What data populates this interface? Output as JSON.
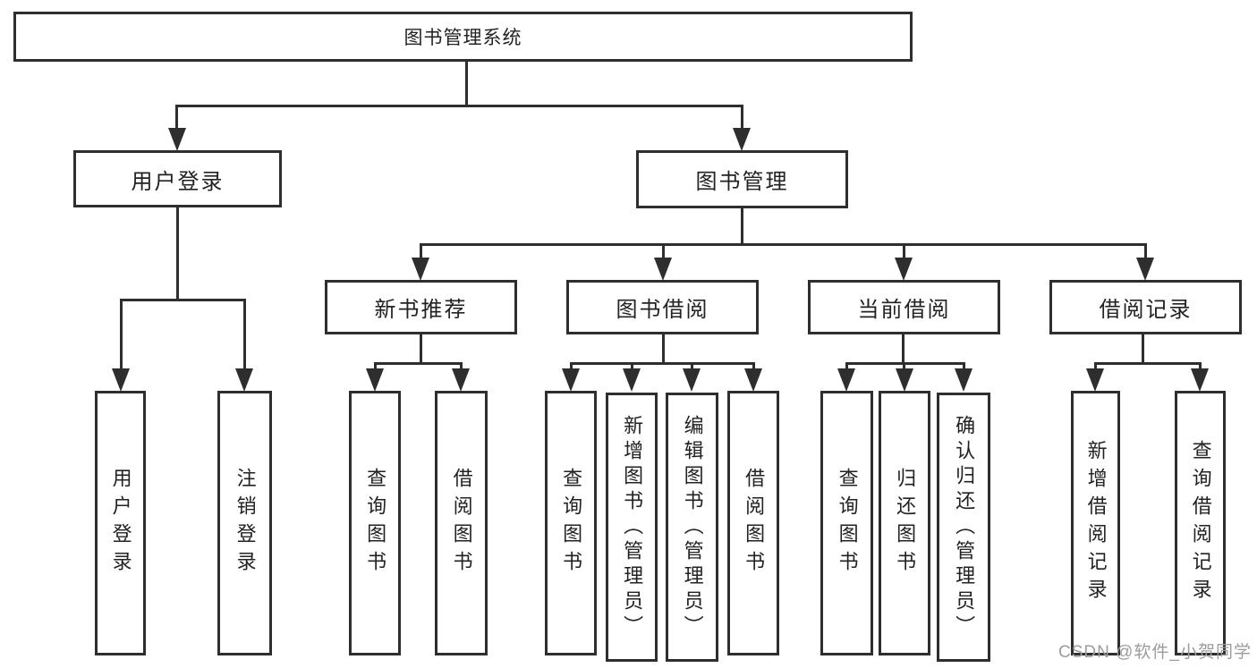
{
  "diagram": {
    "type": "hierarchy",
    "root": {
      "label": "图书管理系统",
      "children": [
        {
          "label": "用户登录",
          "children": [
            {
              "label": "用户登录"
            },
            {
              "label": "注销登录"
            }
          ]
        },
        {
          "label": "图书管理",
          "children": [
            {
              "label": "新书推荐",
              "children": [
                {
                  "label": "查询图书"
                },
                {
                  "label": "借阅图书"
                }
              ]
            },
            {
              "label": "图书借阅",
              "children": [
                {
                  "label": "查询图书"
                },
                {
                  "label": "新增图书（管理员）"
                },
                {
                  "label": "编辑图书（管理员）"
                },
                {
                  "label": "借阅图书"
                }
              ]
            },
            {
              "label": "当前借阅",
              "children": [
                {
                  "label": "查询图书"
                },
                {
                  "label": "归还图书"
                },
                {
                  "label": "确认归还（管理员）"
                }
              ]
            },
            {
              "label": "借阅记录",
              "children": [
                {
                  "label": "新增借阅记录"
                },
                {
                  "label": "查询借阅记录"
                }
              ]
            }
          ]
        }
      ]
    }
  },
  "watermark": "CSDN @软件_小贺同学",
  "colors": {
    "line": "#2e2e2e",
    "box_border": "#2e2e2e",
    "text": "#222222",
    "watermark": "#9c9c9c",
    "background": "#ffffff"
  }
}
